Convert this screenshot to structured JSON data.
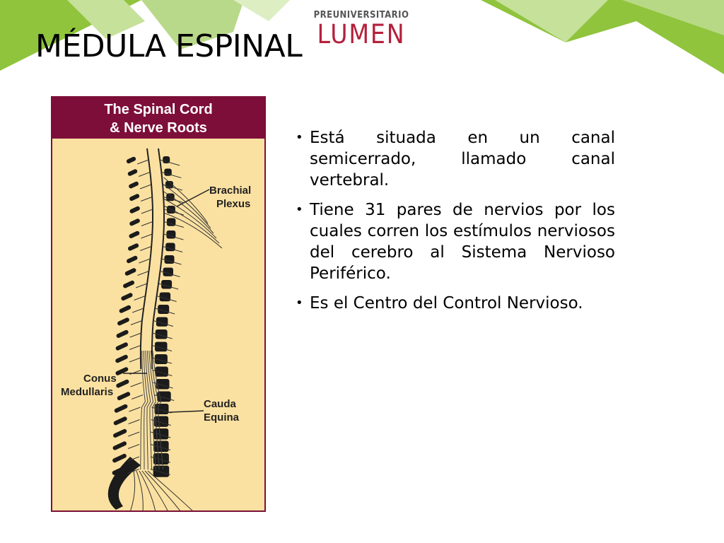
{
  "slide": {
    "title": "MÉDULA ESPINAL"
  },
  "logo": {
    "top_text": "PREUNIVERSITARIO",
    "brand": "LUMEN"
  },
  "figure": {
    "header_line1": "The Spinal Cord",
    "header_line2": "& Nerve Roots",
    "labels": {
      "brachial_line1": "Brachial",
      "brachial_line2": "Plexus",
      "conus_line1": "Conus",
      "conus_line2": "Medullaris",
      "cauda_line1": "Cauda",
      "cauda_line2": "Equina"
    }
  },
  "bullets": [
    "Está situada en un canal semicerrado, llamado canal vertebral.",
    "Tiene 31 pares de nervios por los cuales corren los estímulos nerviosos del cerebro al Sistema Nervioso Periférico.",
    "Es el Centro del Control  Nervioso."
  ],
  "colors": {
    "banner_green": "#8fc43c",
    "banner_light": "#c9e39a",
    "brand_red": "#b5203b",
    "figure_header": "#7d0e3a",
    "figure_bg": "#fbe1a1"
  }
}
